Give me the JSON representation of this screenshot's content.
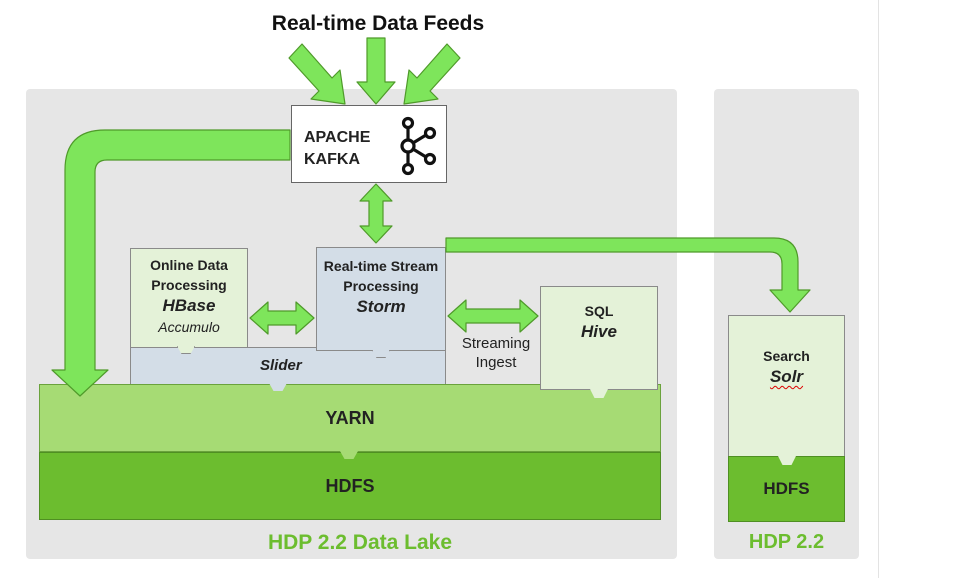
{
  "title": "Real-time Data Feeds",
  "kafka": {
    "line1": "APACHE",
    "line2": "KAFKA",
    "icon": "kafka-logo-icon"
  },
  "hbase_box": {
    "line1": "Online Data",
    "line2": "Processing",
    "name": "HBase",
    "sub": "Accumulo"
  },
  "storm_box": {
    "line1": "Real-time Stream",
    "line2": "Processing",
    "name": "Storm"
  },
  "hive_box": {
    "line1": "SQL",
    "name": "Hive"
  },
  "slider": "Slider",
  "streaming_ingest": {
    "line1": "Streaming",
    "line2": "Ingest"
  },
  "yarn": "YARN",
  "hdfs_main": "HDFS",
  "data_lake_label": "HDP 2.2 Data Lake",
  "solr_box": {
    "line1": "Search",
    "name": "Solr"
  },
  "hdfs_right": "HDFS",
  "hdp_right_label": "HDP 2.2",
  "colors": {
    "arrow_green": "#7ee55b",
    "yarn_green": "#a6db74",
    "hdfs_green": "#6cbd2f",
    "panel_gray": "#e6e6e6",
    "box_blue": "#d3dde7",
    "box_lightgreen": "#e4f2d8"
  }
}
